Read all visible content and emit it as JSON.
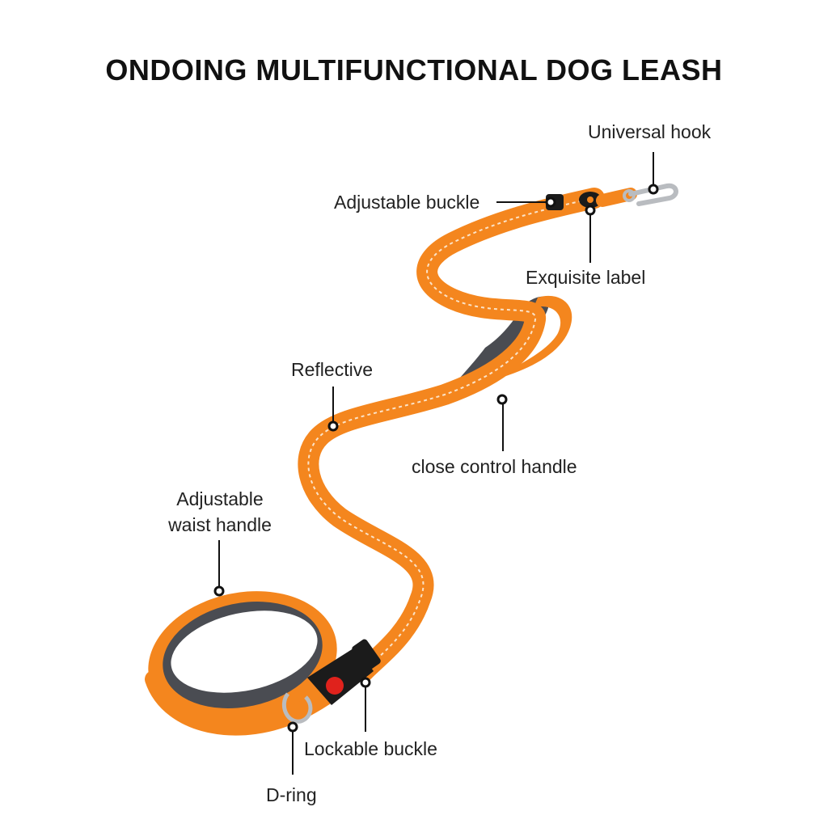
{
  "title": "ONDOING MULTIFUNCTIONAL DOG LEASH",
  "labels": {
    "universal_hook": "Universal hook",
    "adjustable_buckle": "Adjustable buckle",
    "exquisite_label": "Exquisite label",
    "reflective": "Reflective",
    "close_control_handle": "close control handle",
    "adjustable_waist_handle_line1": "Adjustable",
    "adjustable_waist_handle_line2": "waist handle",
    "lockable_buckle": "Lockable buckle",
    "d_ring": "D-ring"
  },
  "colors": {
    "leash_orange": "#f4861e",
    "leash_shadow": "#d96d10",
    "padding_gray": "#4a4c52",
    "reflective_stitch": "#fbe3c8",
    "buckle_black": "#1b1b1b",
    "lock_red": "#e0221c",
    "metal": "#b9bcc0"
  },
  "icons": [
    "universal-hook-icon",
    "buckle-icon",
    "d-ring-icon",
    "label-icon"
  ]
}
